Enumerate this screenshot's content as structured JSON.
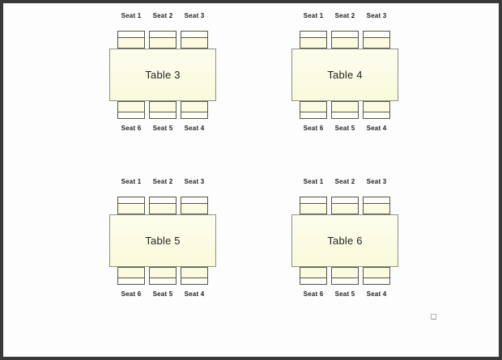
{
  "document": {
    "background": "#fdfdfd",
    "frame_color": "#3a3a3a"
  },
  "colors": {
    "table_fill_top": "#fdfdee",
    "table_fill_bottom": "#fafadc",
    "table_border": "#8f8f85",
    "chair_fill": "#fbfbe0",
    "chair_back_fill": "#fefef8",
    "chair_border": "#55554a",
    "label_text": "#1e1e1e"
  },
  "tables": [
    {
      "name": "Table 3",
      "seats_top": [
        "Seat 1",
        "Seat 2",
        "Seat 3"
      ],
      "seats_bottom": [
        "Seat 6",
        "Seat 5",
        "Seat 4"
      ]
    },
    {
      "name": "Table 4",
      "seats_top": [
        "Seat 1",
        "Seat 2",
        "Seat 3"
      ],
      "seats_bottom": [
        "Seat 6",
        "Seat 5",
        "Seat 4"
      ]
    },
    {
      "name": "Table 5",
      "seats_top": [
        "Seat 1",
        "Seat 2",
        "Seat 3"
      ],
      "seats_bottom": [
        "Seat 6",
        "Seat 5",
        "Seat 4"
      ]
    },
    {
      "name": "Table 6",
      "seats_top": [
        "Seat 1",
        "Seat 2",
        "Seat 3"
      ],
      "seats_bottom": [
        "Seat 6",
        "Seat 5",
        "Seat 4"
      ]
    }
  ],
  "artifacts": {
    "placeholder_square": ""
  }
}
